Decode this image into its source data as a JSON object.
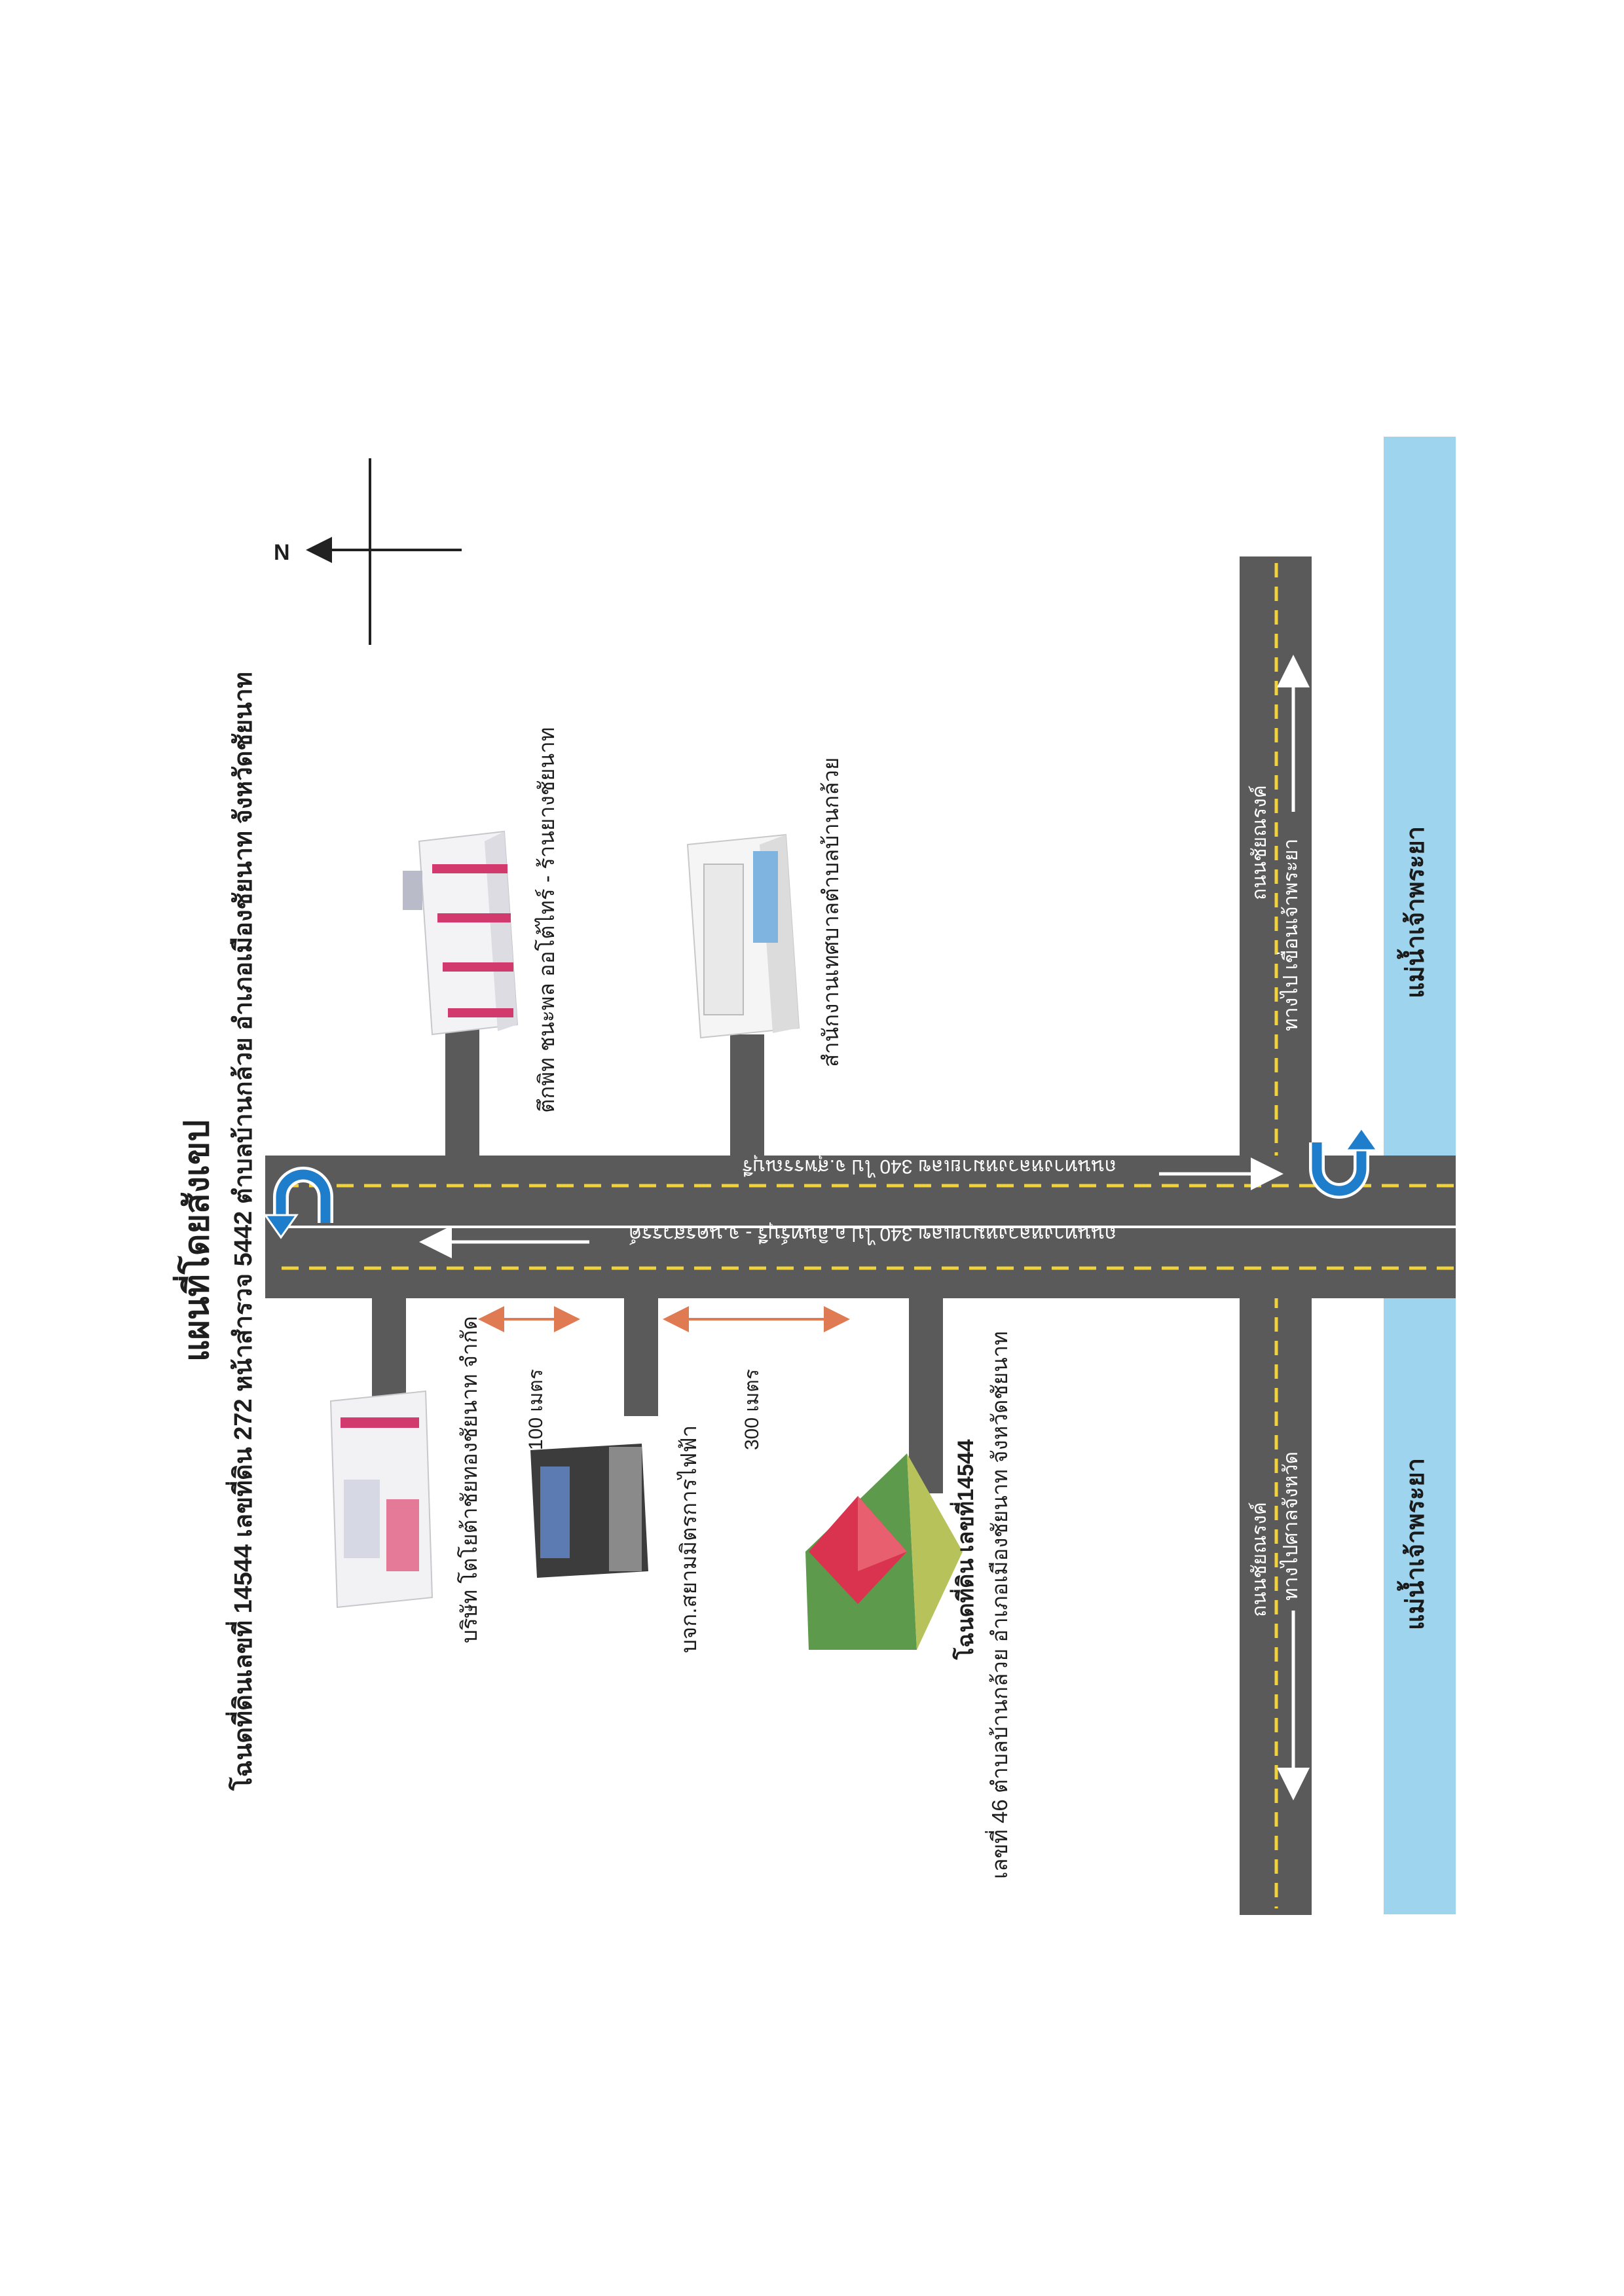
{
  "header": {
    "title": "แผนที่โดยสังเขป",
    "subtitle": "โฉนดที่ดินเลขที่ 14544 เลขที่ดิน 272 หน้าสำรวจ 5442 ตำบลบ้านกล้วย อำเภอเมืองชัยนาท จังหวัดชัยนาท"
  },
  "compass": {
    "label": "N"
  },
  "landmarks": {
    "toyota": "บริษัท โตโยต้าชัยทองชัยนาท จำกัด",
    "bank": "บจก.สยามมิตรการไฟฟ้า",
    "shophouse": "ตึกพิท ชนะพล ออโต้ไทร์ - ร้านยางชัยนาท",
    "municipal": "สำนักงานเทศบาลตำบลบ้านกล้วย",
    "parcel_title": "โฉนดที่ดิน เลขที่14544",
    "parcel_address": "เลขที่ 46 ตำบลบ้านกล้วย อำเภอเมืองชัยนาท จังหวัดชัยนาท"
  },
  "distances": {
    "d1": "100 เมตร",
    "d2": "300 เมตร"
  },
  "roads": {
    "main_to_inburi": "ถนนทางหลวงหมายเลข 340 ไป อ.อินทร์บุรี - จ.นครสวรรค์",
    "main_to_suphan": "ถนนทางหลวงหมายเลข 340 ไป จ.สุพรรณบุรี",
    "river_road_top": "ถนนชัยณรงค์",
    "river_road_top_dir": "ทางไป เขื่อนเจ้าพระยา",
    "river_road_bottom": "ถนนชัยณรงค์",
    "river_road_bottom_dir": "ทางไปศาลจังหวัด"
  },
  "river": {
    "label_top": "แม่น้ำเจ้าพระยา",
    "label_bottom": "แม่น้ำเจ้าพระยา"
  },
  "colors": {
    "road": "#5a5a5a",
    "center_dash": "#f2d23c",
    "river": "#9fd4ee",
    "uturn": "#1f7ecb",
    "distance_arrow": "#e07a53",
    "parcel_green": "#5e9a4c",
    "parcel_red": "#d9334f"
  }
}
